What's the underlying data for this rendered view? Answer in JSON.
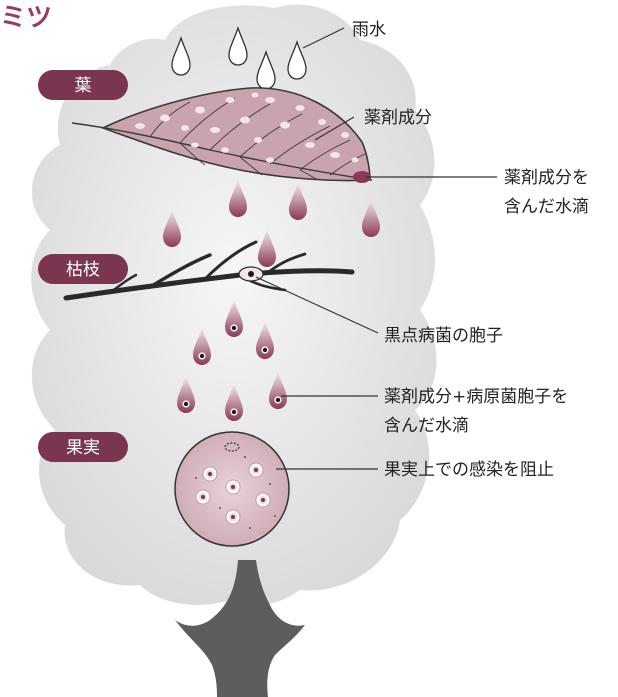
{
  "title_fragment": "ミツ",
  "section_labels": {
    "leaf": "葉",
    "branch": "枯枝",
    "fruit": "果実"
  },
  "annotations": {
    "rain": "雨水",
    "chemical": "薬剤成分",
    "chem_drop_line1": "薬剤成分を",
    "chem_drop_line2": "含んだ水滴",
    "spore": "黒点病菌の胞子",
    "mixed_drop_line1": "薬剤成分+病原菌胞子を",
    "mixed_drop_line2": "含んだ水滴",
    "fruit_protect": "果実上での感染を阻止"
  },
  "colors": {
    "accent": "#7a3550",
    "title": "#9a3a5f",
    "canopy": "#e6e6e7",
    "trunk": "#5d5d5f",
    "leaf_fill": "#c9a3ad",
    "fruit_fill": "#dcc2c8"
  }
}
